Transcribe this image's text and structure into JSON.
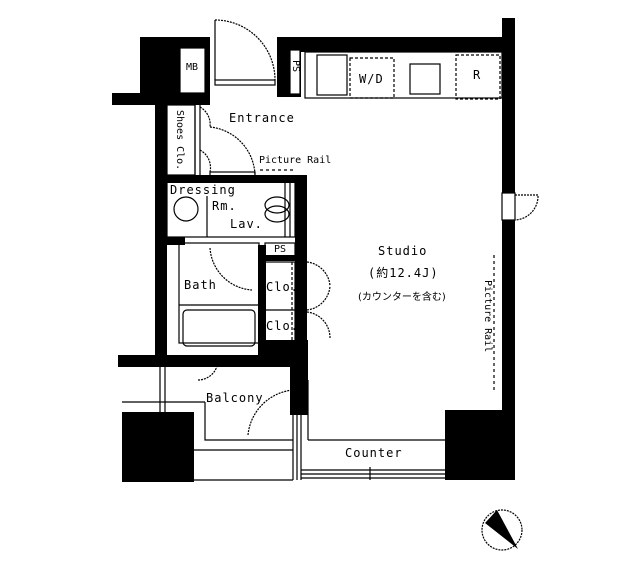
{
  "floor_plan": {
    "rooms": {
      "entrance": "Entrance",
      "dressing": "Dressing",
      "dressing_rm": "Rm.",
      "lav": "Lav.",
      "bath": "Bath",
      "studio": "Studio",
      "studio_area": "(約12.4J)",
      "studio_note": "(カウンターを含む)",
      "balcony": "Balcony",
      "counter": "Counter"
    },
    "fixtures": {
      "mb": "MB",
      "ps_top": "PS",
      "ps_mid": "PS",
      "wd": "W/D",
      "refrigerator": "R",
      "shoes_closet": "Shoes Clo.",
      "closet_1": "Clo.",
      "closet_2": "Clo.",
      "picture_rail_top": "Picture Rail",
      "picture_rail_right": "Picture Rail"
    },
    "compass": "north-arrow"
  },
  "colors": {
    "wall": "#000000",
    "background": "#ffffff",
    "line": "#000000"
  }
}
